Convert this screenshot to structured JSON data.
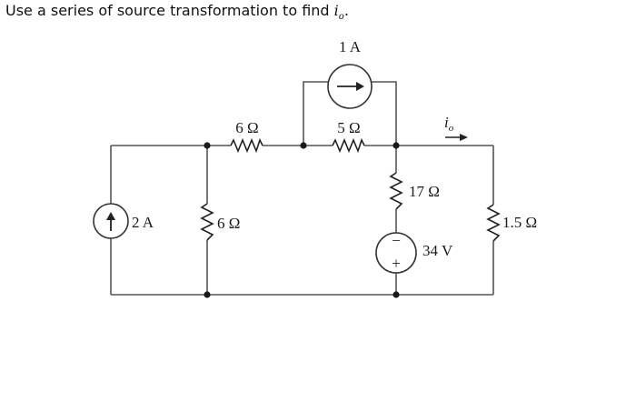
{
  "question": {
    "text": "Use a series of source transformation to find ",
    "variable": "i",
    "subscript": "o",
    "end": "."
  },
  "labels": {
    "current_source_top": "1 A",
    "current_source_left": "2 A",
    "res_6_top": "6 Ω",
    "res_5": "5 Ω",
    "res_6_vertical": "6 Ω",
    "res_17": "17 Ω",
    "voltage_source": "34 V",
    "res_1_5": "1.5 Ω",
    "current_io_var": "i",
    "current_io_sub": "o",
    "polarity_minus": "−",
    "polarity_plus": "+"
  }
}
